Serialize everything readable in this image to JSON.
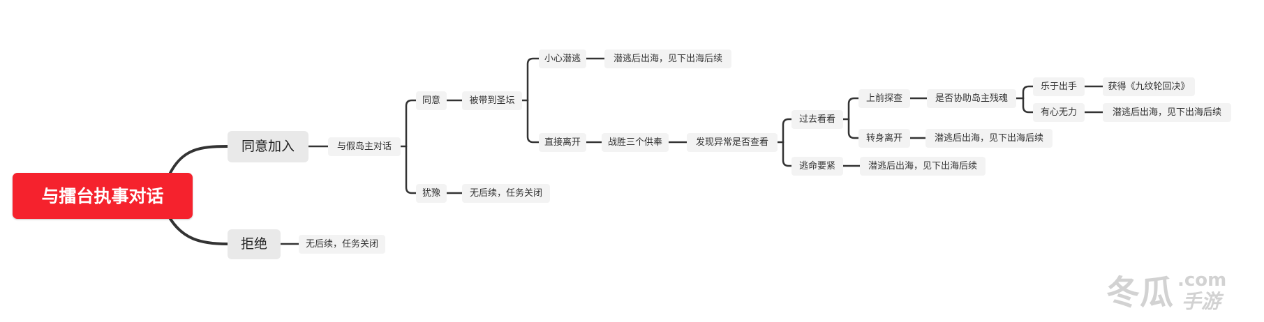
{
  "mindmap": {
    "root": "与擂台执事对话",
    "nodes": {
      "agree_join": "同意加入",
      "refuse": "拒绝",
      "refuse_result": "无后续，任务关闭",
      "talk_fake_lord": "与假岛主对话",
      "agree": "同意",
      "hesitate": "犹豫",
      "hesitate_result": "无后续，任务关闭",
      "taken_to_altar": "被带到圣坛",
      "sneak_escape": "小心潜逃",
      "sneak_escape_result": "潜逃后出海，见下出海后续",
      "leave_directly": "直接离开",
      "defeat_three": "战胜三个供奉",
      "found_anomaly": "发现异常是否查看",
      "go_look": "过去看看",
      "flee": "逃命要紧",
      "flee_result": "潜逃后出海，见下出海后续",
      "step_forward": "上前探查",
      "turn_leave": "转身离开",
      "turn_leave_result": "潜逃后出海，见下出海后续",
      "help_soul": "是否协助岛主残魂",
      "willing_help": "乐于出手",
      "willing_help_result": "获得《九纹轮回决》",
      "unable_help": "有心无力",
      "unable_help_result": "潜逃后出海，见下出海后续"
    }
  },
  "watermark": {
    "brand": "冬瓜",
    "suffix": "手游",
    "domain": ".com"
  },
  "colors": {
    "root_fill": "#f5222d",
    "node_fill": "#f3f3f3",
    "line": "#333333"
  }
}
